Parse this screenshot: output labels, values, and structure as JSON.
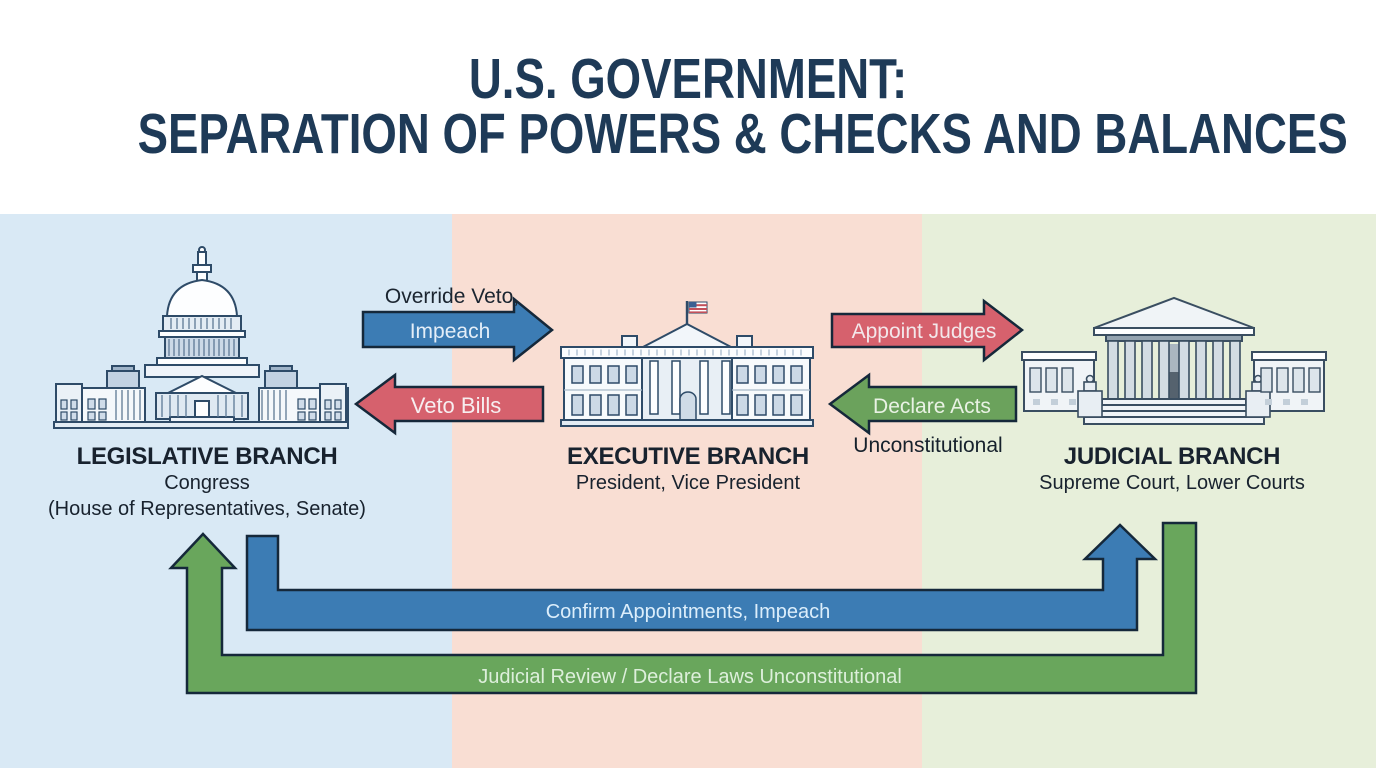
{
  "title": {
    "line1": "U.S. GOVERNMENT:",
    "line2": "SEPARATION OF POWERS & CHECKS AND BALANCES"
  },
  "branches": {
    "legislative": {
      "name": "LEGISLATIVE BRANCH",
      "members": "Congress",
      "members_detail": "(House of Representatives, Senate)",
      "icon": "capitol-building-icon",
      "band_color": "#d9e9f5"
    },
    "executive": {
      "name": "EXECUTIVE BRANCH",
      "members": "President, Vice President",
      "icon": "white-house-icon",
      "band_color": "#f9ded3"
    },
    "judicial": {
      "name": "JUDICIAL BRANCH",
      "members": "Supreme Court, Lower Courts",
      "icon": "supreme-court-icon",
      "band_color": "#e7efda"
    }
  },
  "checks_and_balances": [
    {
      "id": "override-veto-impeach",
      "from": "legislative",
      "to": "executive",
      "label_above": "Override Veto,",
      "label": "Impeach",
      "color": "#3c7cb4"
    },
    {
      "id": "veto-bills",
      "from": "executive",
      "to": "legislative",
      "label": "Veto Bills",
      "color": "#d6616d"
    },
    {
      "id": "appoint-judges",
      "from": "executive",
      "to": "judicial",
      "label": "Appoint Judges",
      "color": "#d6616d"
    },
    {
      "id": "declare-acts-unconstitutional",
      "from": "judicial",
      "to": "executive",
      "label": "Declare Acts",
      "label_below": "Unconstitutional",
      "color": "#6ba25c"
    },
    {
      "id": "confirm-appointments-impeach",
      "from": "legislative",
      "to": "judicial",
      "label": "Confirm Appointments, Impeach",
      "color": "#3c7cb4"
    },
    {
      "id": "judicial-review",
      "from": "judicial",
      "to": "legislative",
      "label": "Judicial Review / Declare Laws Unconstitutional",
      "color": "#69a65c"
    }
  ],
  "colors": {
    "title": "#1e3a57",
    "outline": "#15283a",
    "band_legislative": "#d9e9f5",
    "band_executive": "#f9ded3",
    "band_judicial": "#e7efda",
    "arrow_blue": "#3c7cb4",
    "arrow_red": "#d6616d",
    "arrow_green": "#6ba25c"
  }
}
